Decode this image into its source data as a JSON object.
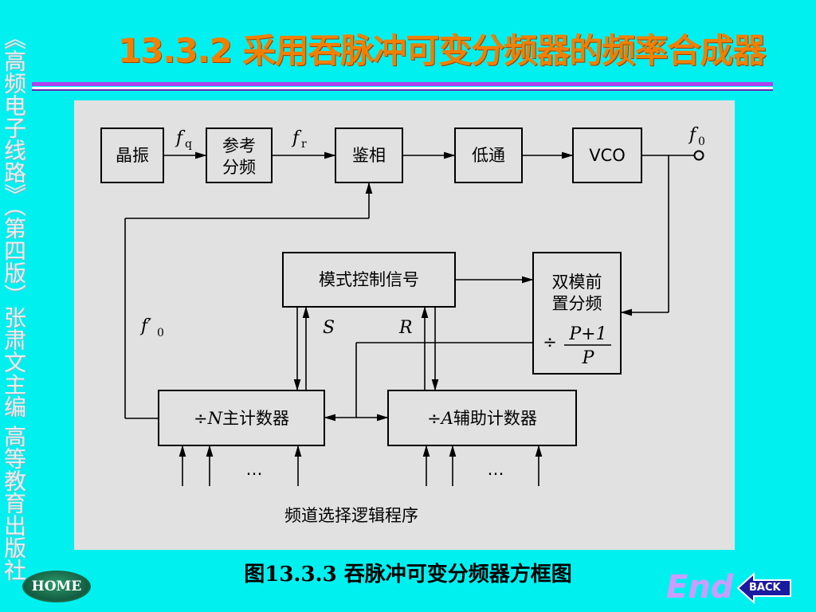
{
  "side_text": "《高频电子线路》（第四版）张肃文主编 高等教育出版社",
  "title": "13.3.2  采用吞脉冲可变分频器的频率合成器",
  "caption": "图13.3.3   吞脉冲可变分频器方框图",
  "nav": {
    "home_label": "HOME",
    "end_label": "End",
    "back_label": "BACK"
  },
  "diagram": {
    "blocks": {
      "crystal": "晶振",
      "ref_div_1": "参考",
      "ref_div_2": "分频",
      "phase_det": "鉴相",
      "lowpass": "低通",
      "vco": "VCO",
      "mode_ctrl": "模式控制信号",
      "prescaler_1": "双模前",
      "prescaler_2": "置分频",
      "prescaler_div": "÷",
      "prescaler_num": "P+1",
      "prescaler_den": "P",
      "main_counter_pre": "÷",
      "main_counter_var": "N",
      "main_counter_post": "主计数器",
      "aux_counter_pre": "÷",
      "aux_counter_var": "A",
      "aux_counter_post": "辅助计数器"
    },
    "signals": {
      "fq": "f",
      "fq_sub": "q",
      "fr": "f",
      "fr_sub": "r",
      "f0": "f",
      "f0_sub": "0",
      "f0p": "f′",
      "f0p_sub": "0",
      "S": "S",
      "R": "R",
      "dots_left": "…",
      "dots_right": "…"
    },
    "channel_select": "频道选择逻辑程序"
  }
}
